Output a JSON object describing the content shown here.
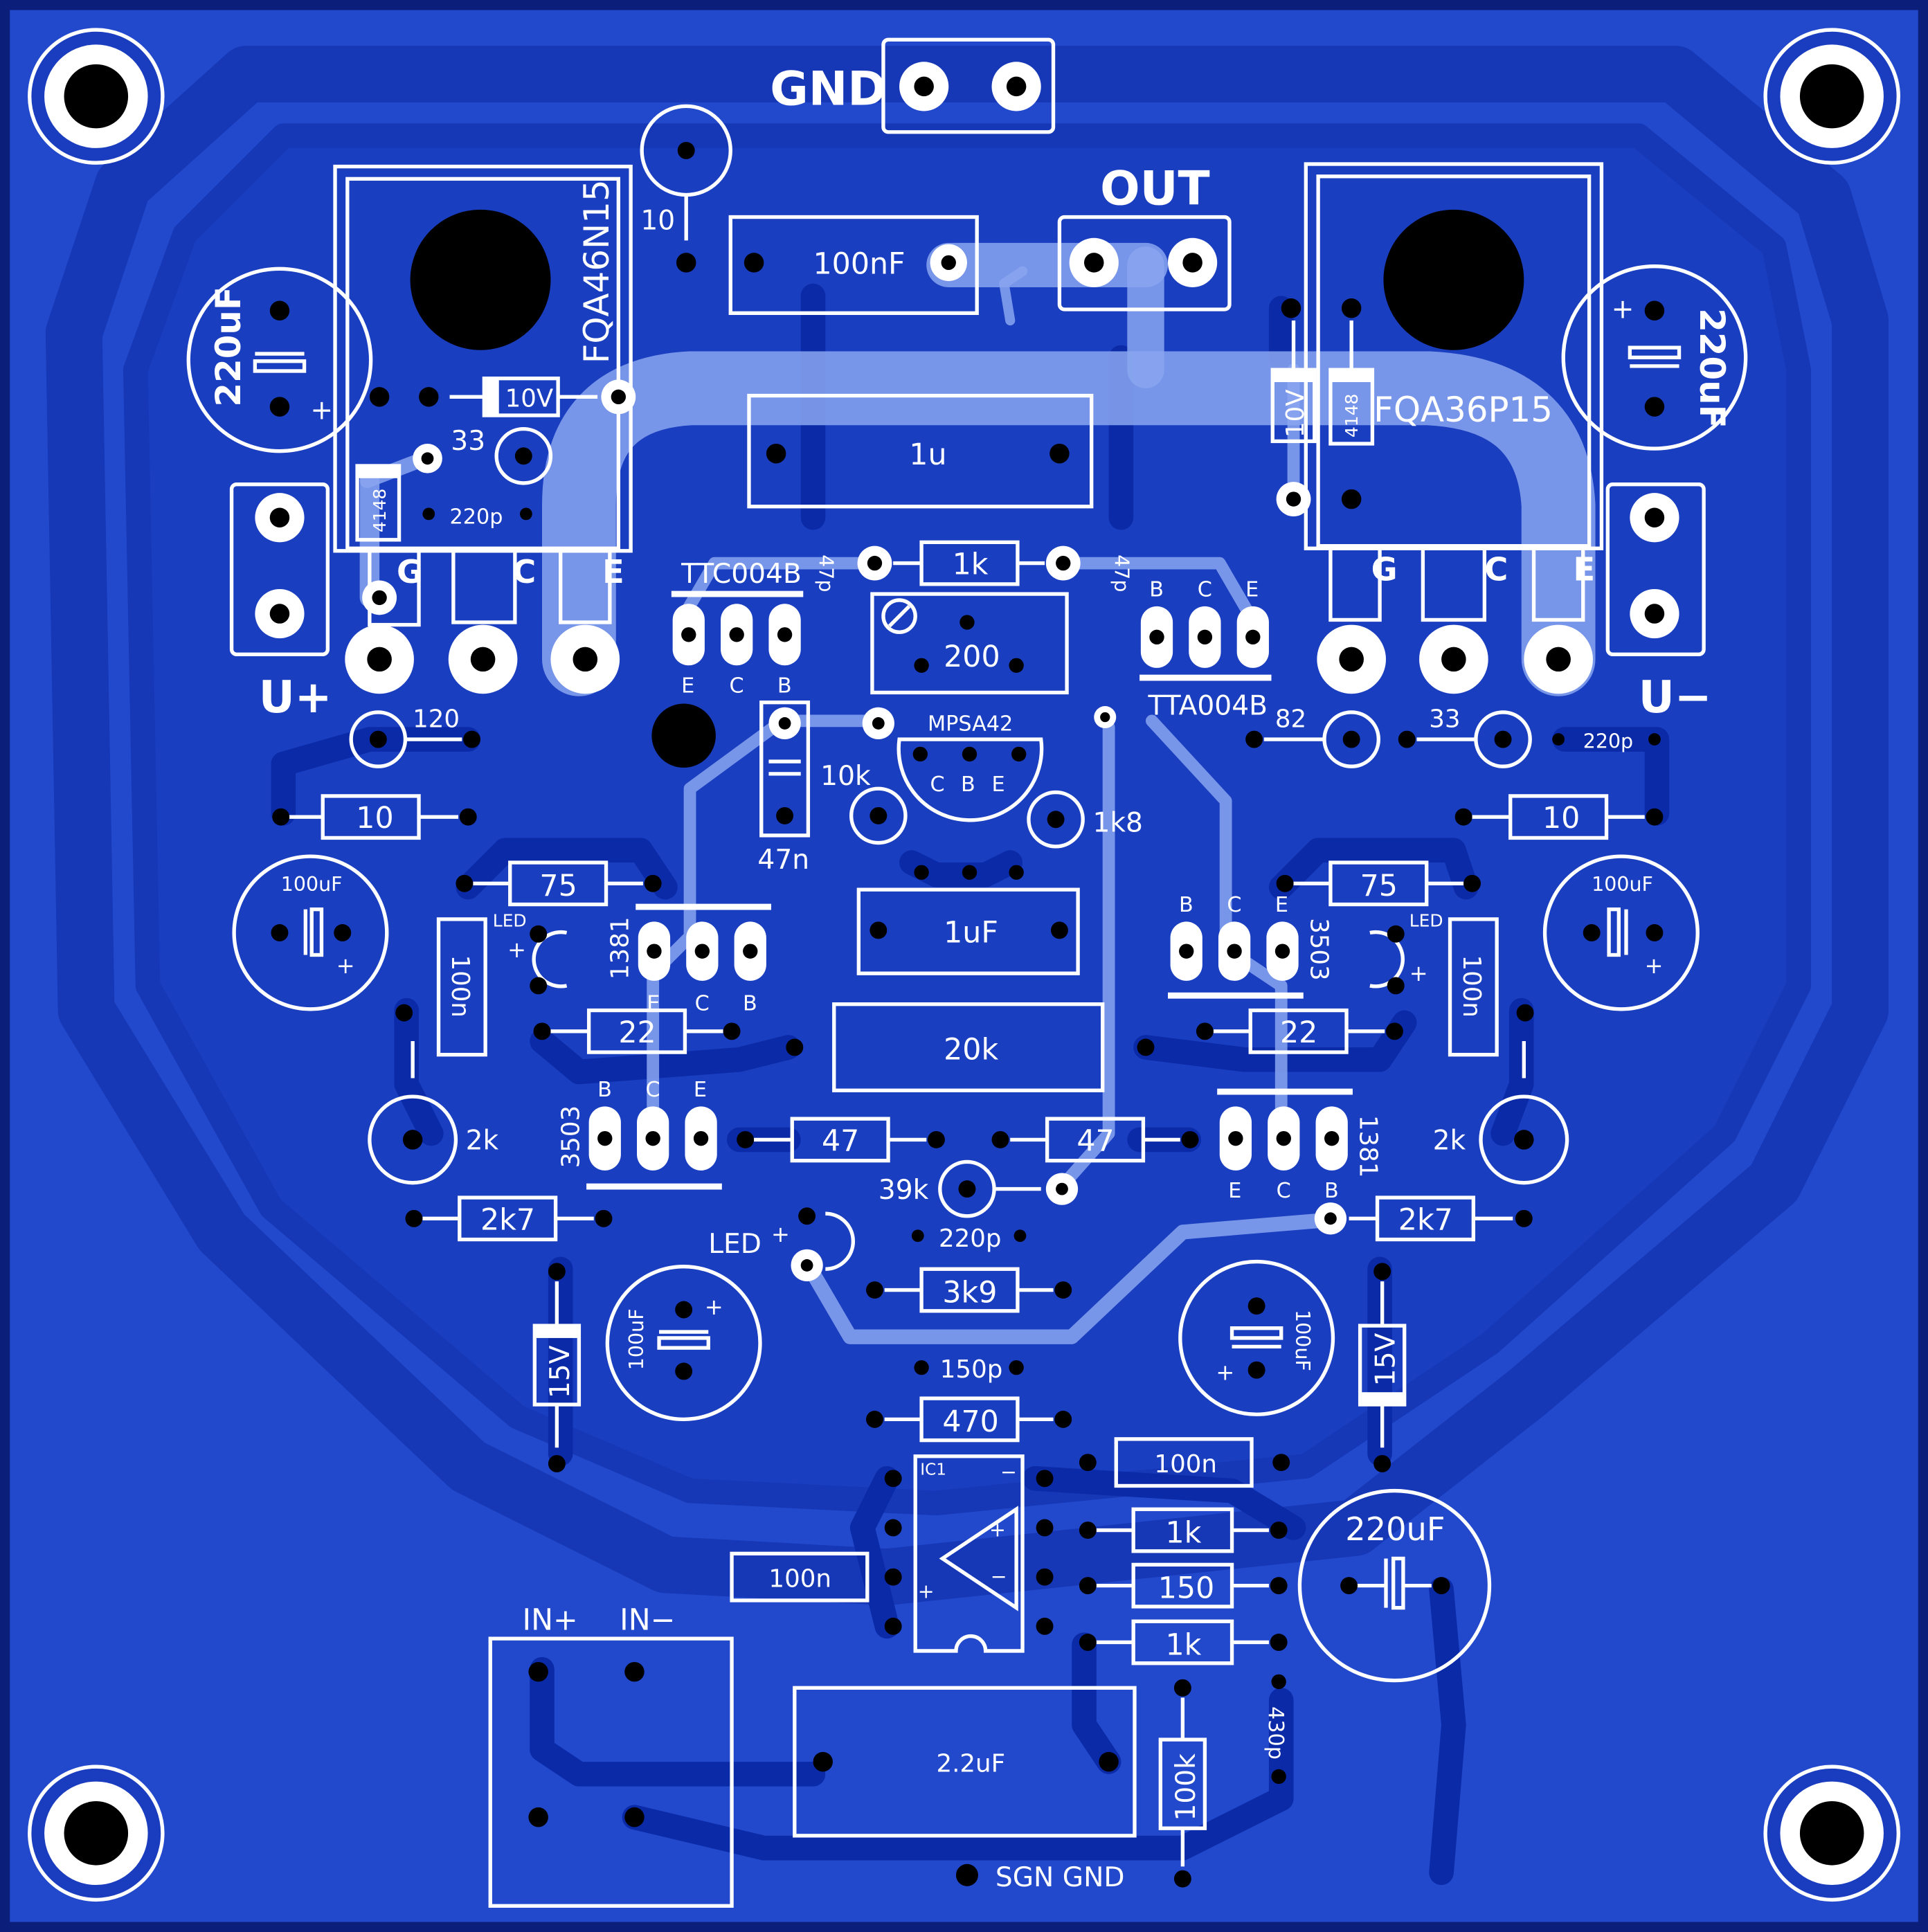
{
  "colors": {
    "board": "#2249cc",
    "pour": "#1a3dbf",
    "outline": "#0b1f7a",
    "trace_bottom": "#0a2aa8",
    "trace_top": "#8aa6f0",
    "silk": "#ffffff",
    "drill": "#000000"
  },
  "connectors": {
    "gnd": "GND",
    "out": "OUT",
    "u_plus": "U+",
    "u_minus": "U−",
    "in_plus": "IN+",
    "in_minus": "IN−",
    "sgn_gnd": "SGN GND"
  },
  "transistors": {
    "q_n": {
      "part": "FQA46N15",
      "g": "G",
      "c": "C",
      "e": "E"
    },
    "q_p": {
      "part": "FQA36P15",
      "g": "G",
      "c": "C",
      "e": "E"
    },
    "ttc": {
      "part": "TTC004B",
      "e": "E",
      "c": "C",
      "b": "B"
    },
    "tta": {
      "part": "TTA004B",
      "b": "B",
      "c": "C",
      "e": "E"
    },
    "mpsa": {
      "part": "MPSA42",
      "c": "C",
      "b": "B",
      "e": "E"
    },
    "q1381_l": {
      "part": "1381",
      "e": "E",
      "c": "C",
      "b": "B"
    },
    "q3503_r": {
      "part": "3503",
      "b": "B",
      "c": "C",
      "e": "E"
    },
    "q3503_l": {
      "part": "3503",
      "b": "B",
      "c": "C",
      "e": "E"
    },
    "q1381_r": {
      "part": "1381",
      "e": "E",
      "c": "C",
      "b": "B"
    }
  },
  "ic": {
    "ref": "IC1",
    "minus": "−",
    "plus": "+"
  },
  "components": {
    "c_top_l": "220uF",
    "c_top_r": "220uF",
    "c_100nF": "100nF",
    "c_1u": "1u",
    "r_10_top": "10",
    "z_10v_l": "10V",
    "z_10v_r": "10V",
    "r_33_l": "33",
    "c_220p_l": "220p",
    "d_4148_l": "4148",
    "d_4148_r": "4148",
    "c_47p_l": "47p",
    "c_47p_r": "47p",
    "r_1k_top": "1k",
    "pot_200": "200",
    "r_120": "120",
    "r_82": "82",
    "r_33_r": "33",
    "c_220p_r": "220p",
    "r_10k": "10k",
    "c_47n": "47n",
    "r_1k8": "1k8",
    "r_10_l": "10",
    "r_10_r": "10",
    "c_100uf_l": "100uF",
    "c_100uf_r": "100uF",
    "r_75_l": "75",
    "r_75_r": "75",
    "led_l": "LED",
    "led_r": "LED",
    "c_100n_l": "100n",
    "c_100n_r": "100n",
    "c_1uF": "1uF",
    "r_22_l": "22",
    "r_22_r": "22",
    "r_20k": "20k",
    "r_2k_l": "2k",
    "r_2k_r": "2k",
    "r_47_l": "47",
    "r_47_r": "47",
    "r_39k": "39k",
    "r_2k7_l": "2k7",
    "r_2k7_r": "2k7",
    "led_c": "LED",
    "c_220p_c": "220p",
    "r_3k9": "3k9",
    "c_100uf_bl": "100uF",
    "c_100uf_br": "100uF",
    "z_15v_l": "15V",
    "z_15v_r": "15V",
    "c_150p": "150p",
    "r_470": "470",
    "c_100n_ic": "100n",
    "c_100n_in": "100n",
    "r_1k_a": "1k",
    "r_150": "150",
    "r_1k_b": "1k",
    "c_220uF_b": "220uF",
    "c_2_2uF": "2.2uF",
    "r_100k": "100k",
    "c_430p": "430p"
  }
}
